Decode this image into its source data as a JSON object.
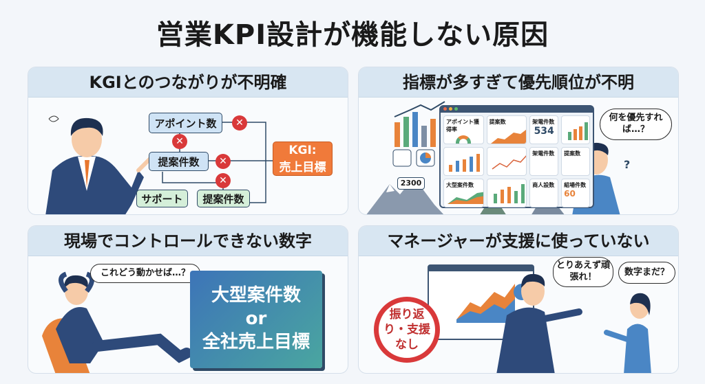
{
  "title": "営業KPI設計が機能しない原因",
  "panels": {
    "kgi": {
      "heading": "KGIとのつながりが不明確",
      "nodes": {
        "appointments": "アポイント数",
        "proposals": "提案件数",
        "support": "サポート",
        "proposals2": "提案件数"
      },
      "kgi_label": "KGI:",
      "kgi_value": "売上目標",
      "x_mark": "✕"
    },
    "metrics": {
      "heading": "指標が多すぎて優先順位が不明",
      "cards": [
        "アポイント獲得率",
        "提案数",
        "架電件数",
        "架電件数",
        "提案数",
        "大型案件数",
        "商人設数",
        "組場件数"
      ],
      "big_number": "534",
      "small_number": "60",
      "badge_number": "2300",
      "bubble": "何を優先すれば…？",
      "question": "?"
    },
    "control": {
      "heading": "現場でコントロールできない数字",
      "bubble": "これどう動かせば…？",
      "big_text": [
        "大型案件数",
        "or",
        "全社売上目標"
      ]
    },
    "manager": {
      "heading": "マネージャーが支援に使っていない",
      "stamp": "振り返り・支援なし",
      "bubble_manager": "とりあえず頑張れ！",
      "bubble_staff": "数字まだ？"
    }
  },
  "colors": {
    "header": "#d8e6f2",
    "kgi": "#f07a3a",
    "cross": "#d9393a",
    "navy": "#2f4a66"
  }
}
